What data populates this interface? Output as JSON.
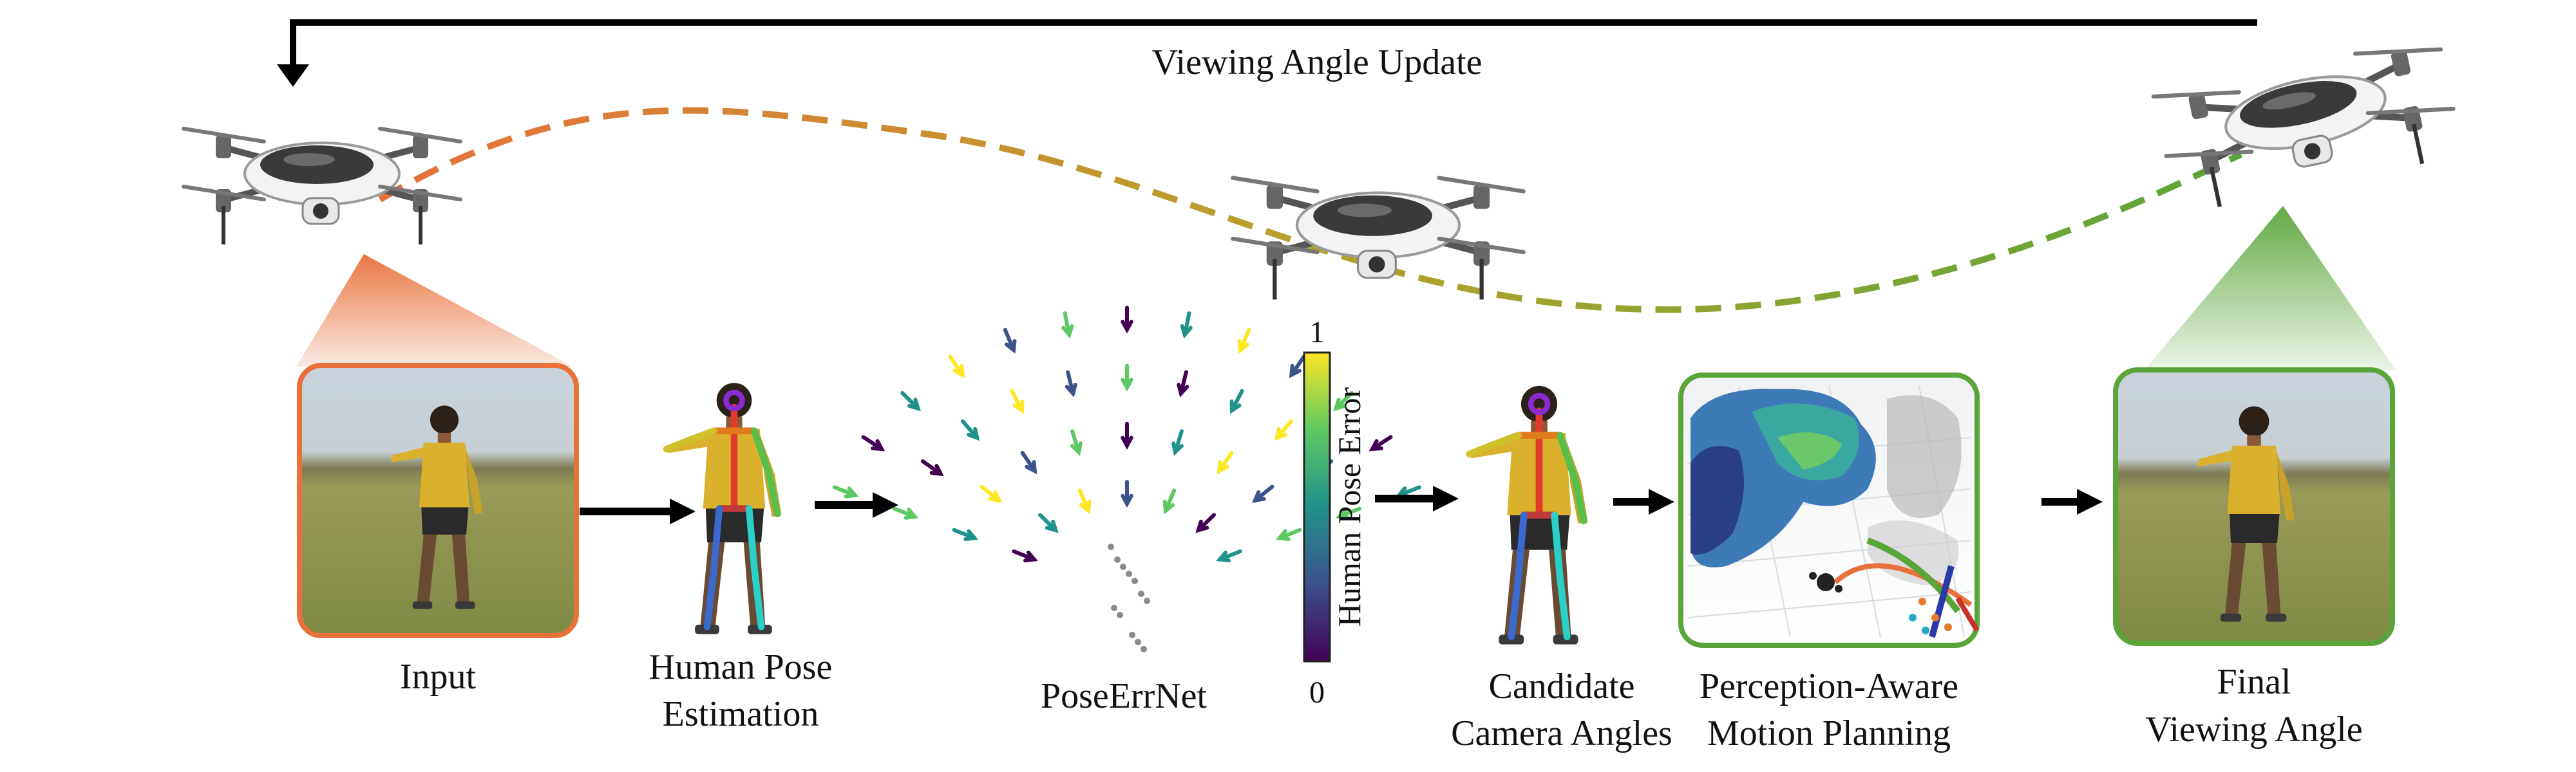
{
  "top_label": "Viewing Angle Update",
  "captions": {
    "input": "Input",
    "pose_line1": "Human Pose",
    "pose_line2": "Estimation",
    "poseerrnet": "PoseErrNet",
    "candidate_line1": "Candidate",
    "candidate_line2": "Camera Angles",
    "planning_line1": "Perception-Aware",
    "planning_line2": "Motion Planning",
    "final_line1": "Final",
    "final_line2": "Viewing Angle"
  },
  "colorbar": {
    "label": "Human Pose Error",
    "max": "1",
    "min": "0"
  },
  "colors": {
    "input_frame": "#e8703a",
    "final_frame": "#5aa53a",
    "trajectory_start": "#e8703a",
    "trajectory_mid": "#b5a22a",
    "trajectory_end": "#5aa53a",
    "arrows": "#000000"
  }
}
